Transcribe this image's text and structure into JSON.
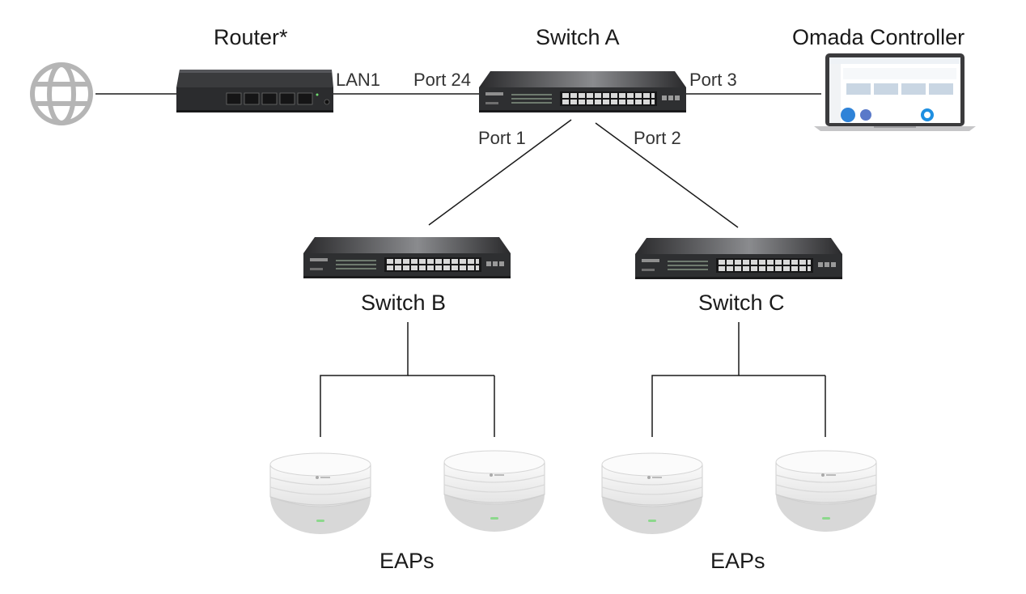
{
  "labels": {
    "router": "Router*",
    "switch_a": "Switch A",
    "controller": "Omada Controller",
    "switch_b": "Switch B",
    "switch_c": "Switch C",
    "eaps_left": "EAPs",
    "eaps_right": "EAPs"
  },
  "ports": {
    "router_lan": "LAN1",
    "switch_a_uplink": "Port 24",
    "switch_a_controller": "Port 3",
    "switch_a_to_b": "Port 1",
    "switch_a_to_c": "Port 2"
  },
  "icons": {
    "internet": "globe-icon",
    "router": "router-device",
    "switch": "switch-device",
    "laptop": "laptop-icon",
    "access_point": "access-point-device"
  },
  "colors": {
    "link": "#1a1a1a",
    "device_body": "#2e2f31",
    "globe": "#b5b5b5",
    "ap_body": "#f3f3f3"
  }
}
